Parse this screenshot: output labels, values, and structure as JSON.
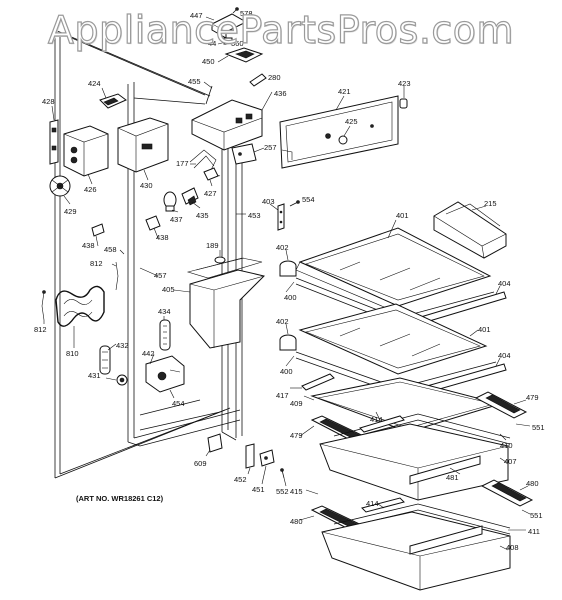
{
  "watermark": "AppliancePartsPros.com",
  "art_note": "(ART NO. WR18261 C12)",
  "labels": {
    "p447": "447",
    "p578": "578",
    "p560": "560",
    "p448": "44",
    "p450": "450",
    "p280": "280",
    "p455": "455",
    "p436": "436",
    "p421": "421",
    "p423": "423",
    "p424": "424",
    "p428": "428",
    "p425": "425",
    "p257": "257",
    "p177": "177",
    "p426": "426",
    "p430": "430",
    "p427": "427",
    "p429": "429",
    "p437": "437",
    "p435": "435",
    "p403": "403",
    "p554": "554",
    "p453": "453",
    "p215": "215",
    "p401a": "401",
    "p438a": "438",
    "p438b": "438",
    "p458": "458",
    "p189": "189",
    "p402a": "402",
    "p812a": "812",
    "p457": "457",
    "p405": "405",
    "p404a": "404",
    "p400a": "400",
    "p434": "434",
    "p402b": "402",
    "p401b": "401",
    "p812b": "812",
    "p432": "432",
    "p810": "810",
    "p442": "442",
    "p400b": "400",
    "p404b": "404",
    "p431": "431",
    "p417": "417",
    "p409": "409",
    "p479a": "479",
    "p454": "454",
    "p414a": "414",
    "p551a": "551",
    "p479b": "479",
    "p410": "410",
    "p609": "609",
    "p481": "481",
    "p407": "407",
    "p452": "452",
    "p451": "451",
    "p552": "552",
    "p415": "415",
    "p480a": "480",
    "p414b": "414",
    "p551b": "551",
    "p480b": "480",
    "p411": "411",
    "p408": "408"
  }
}
